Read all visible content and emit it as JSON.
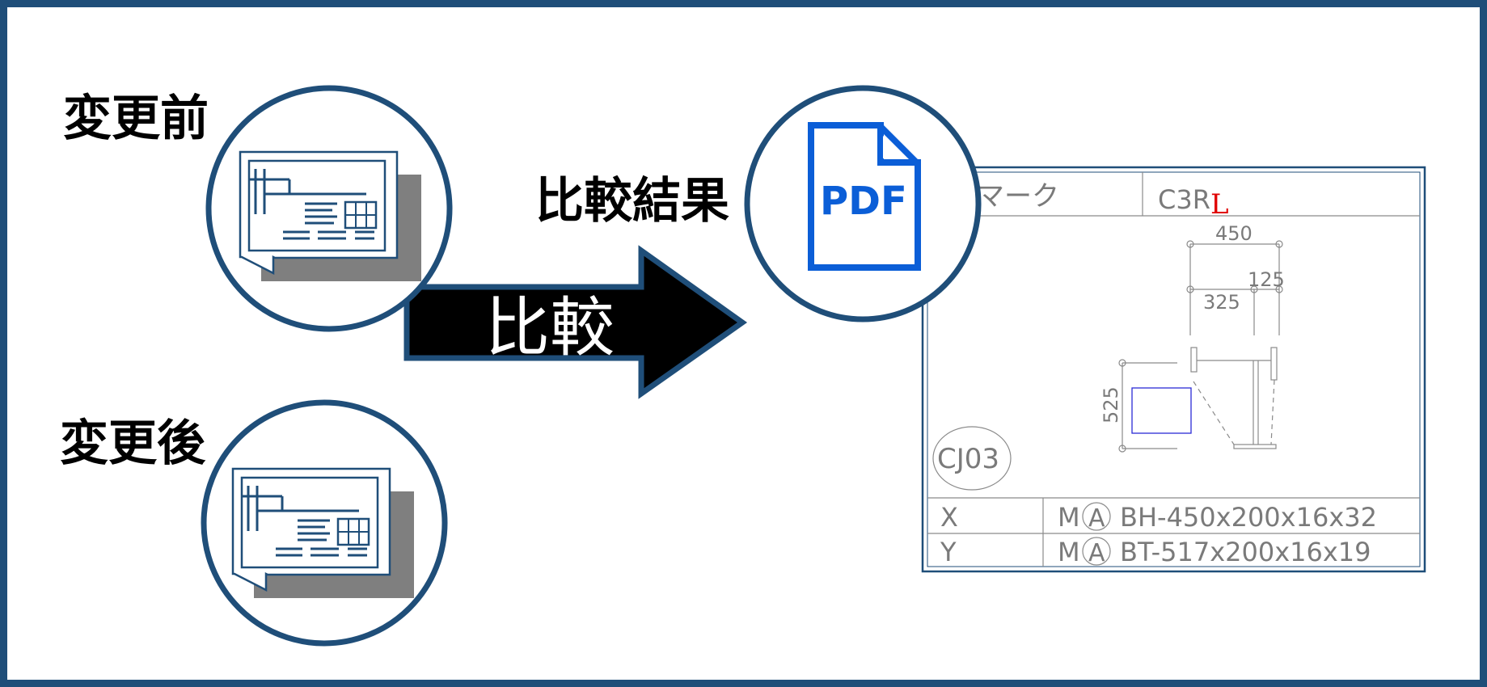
{
  "labels": {
    "before": "変更前",
    "after": "変更後",
    "compare_result": "比較結果",
    "compare_arrow": "比較",
    "pdf": "PDF"
  },
  "colors": {
    "frame": "#1f4e79",
    "circle_stroke": "#1f4e79",
    "pdf_blue": "#0b5ed7",
    "arrow_fill": "#000000",
    "cad_highlight_red": "#e00000",
    "cad_rect_blue": "#2b2bd6"
  },
  "icons": {
    "before_document": "drawing-document-icon",
    "after_document": "drawing-document-icon",
    "result": "pdf-file-icon"
  },
  "drawing": {
    "mark_header": "マーク",
    "mark_value_prefix": "C3R",
    "mark_value_changed": "L",
    "dim_450": "450",
    "dim_125": "125",
    "dim_325": "325",
    "dim_525": "525",
    "tag": "CJ03",
    "rows": [
      {
        "axis": "X",
        "material_prefix": "M",
        "grade": "A",
        "section": "BH-450x200x16x32"
      },
      {
        "axis": "Y",
        "material_prefix": "M",
        "grade": "A",
        "section": "BT-517x200x16x19"
      }
    ]
  }
}
